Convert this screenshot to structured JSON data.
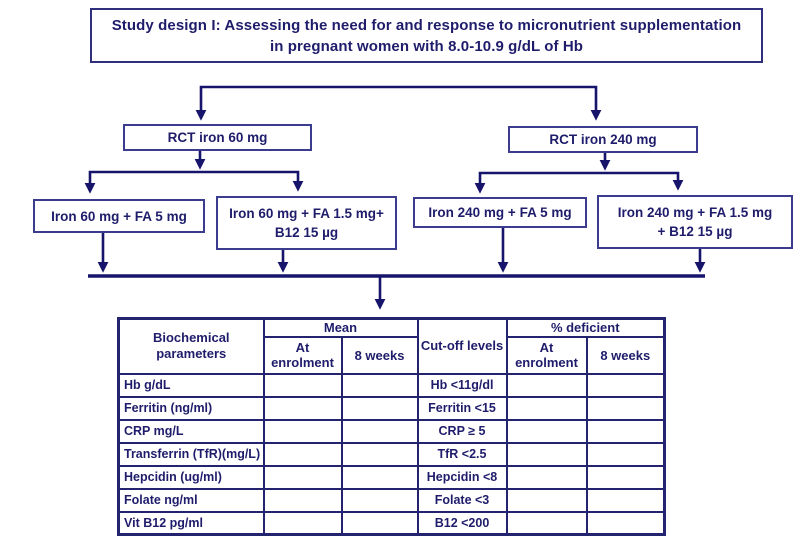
{
  "colors": {
    "ink": "#1f1d6b",
    "arrow": "#17156b",
    "box_border": "#3c3c8e",
    "table_border": "#232370"
  },
  "title": {
    "line1": "Study design I: Assessing the need for and response to micronutrient supplementation",
    "line2": "in pregnant women with 8.0-10.9 g/dL of Hb"
  },
  "flowchart": {
    "rct_left": "RCT iron 60 mg",
    "rct_right": "RCT iron 240 mg",
    "arm_1": "Iron 60 mg + FA 5 mg",
    "arm_2_line1": "Iron 60 mg + FA 1.5 mg+",
    "arm_2_line2": "B12 15 µg",
    "arm_3": "Iron 240 mg + FA 5 mg",
    "arm_4_line1": "Iron 240 mg + FA 1.5 mg",
    "arm_4_line2": "+ B12 15 µg"
  },
  "table": {
    "header": {
      "parameters": "Biochemical parameters",
      "mean_group": "Mean",
      "at_enrolment": "At enrolment",
      "eight_weeks": "8 weeks",
      "cutoff": "Cut-off levels",
      "deficient_group": "% deficient",
      "at_enrolment_2": "At enrolment",
      "eight_weeks_2": "8 weeks"
    },
    "rows": [
      {
        "parameter": "Hb g/dL",
        "mean_at_enrolment": "",
        "mean_8_weeks": "",
        "cutoff": "Hb <11g/dl",
        "deficient_at_enrolment": "",
        "deficient_8_weeks": ""
      },
      {
        "parameter": "Ferritin (ng/ml)",
        "mean_at_enrolment": "",
        "mean_8_weeks": "",
        "cutoff": "Ferritin <15",
        "deficient_at_enrolment": "",
        "deficient_8_weeks": ""
      },
      {
        "parameter": "CRP mg/L",
        "mean_at_enrolment": "",
        "mean_8_weeks": "",
        "cutoff": "CRP ≥ 5",
        "deficient_at_enrolment": "",
        "deficient_8_weeks": ""
      },
      {
        "parameter": "Transferrin (TfR)(mg/L)",
        "mean_at_enrolment": "",
        "mean_8_weeks": "",
        "cutoff": "TfR <2.5",
        "deficient_at_enrolment": "",
        "deficient_8_weeks": ""
      },
      {
        "parameter": "Hepcidin (ug/ml)",
        "mean_at_enrolment": "",
        "mean_8_weeks": "",
        "cutoff": "Hepcidin <8",
        "deficient_at_enrolment": "",
        "deficient_8_weeks": ""
      },
      {
        "parameter": "Folate ng/ml",
        "mean_at_enrolment": "",
        "mean_8_weeks": "",
        "cutoff": "Folate <3",
        "deficient_at_enrolment": "",
        "deficient_8_weeks": ""
      },
      {
        "parameter": "Vit B12 pg/ml",
        "mean_at_enrolment": "",
        "mean_8_weeks": "",
        "cutoff": "B12 <200",
        "deficient_at_enrolment": "",
        "deficient_8_weeks": ""
      }
    ]
  }
}
